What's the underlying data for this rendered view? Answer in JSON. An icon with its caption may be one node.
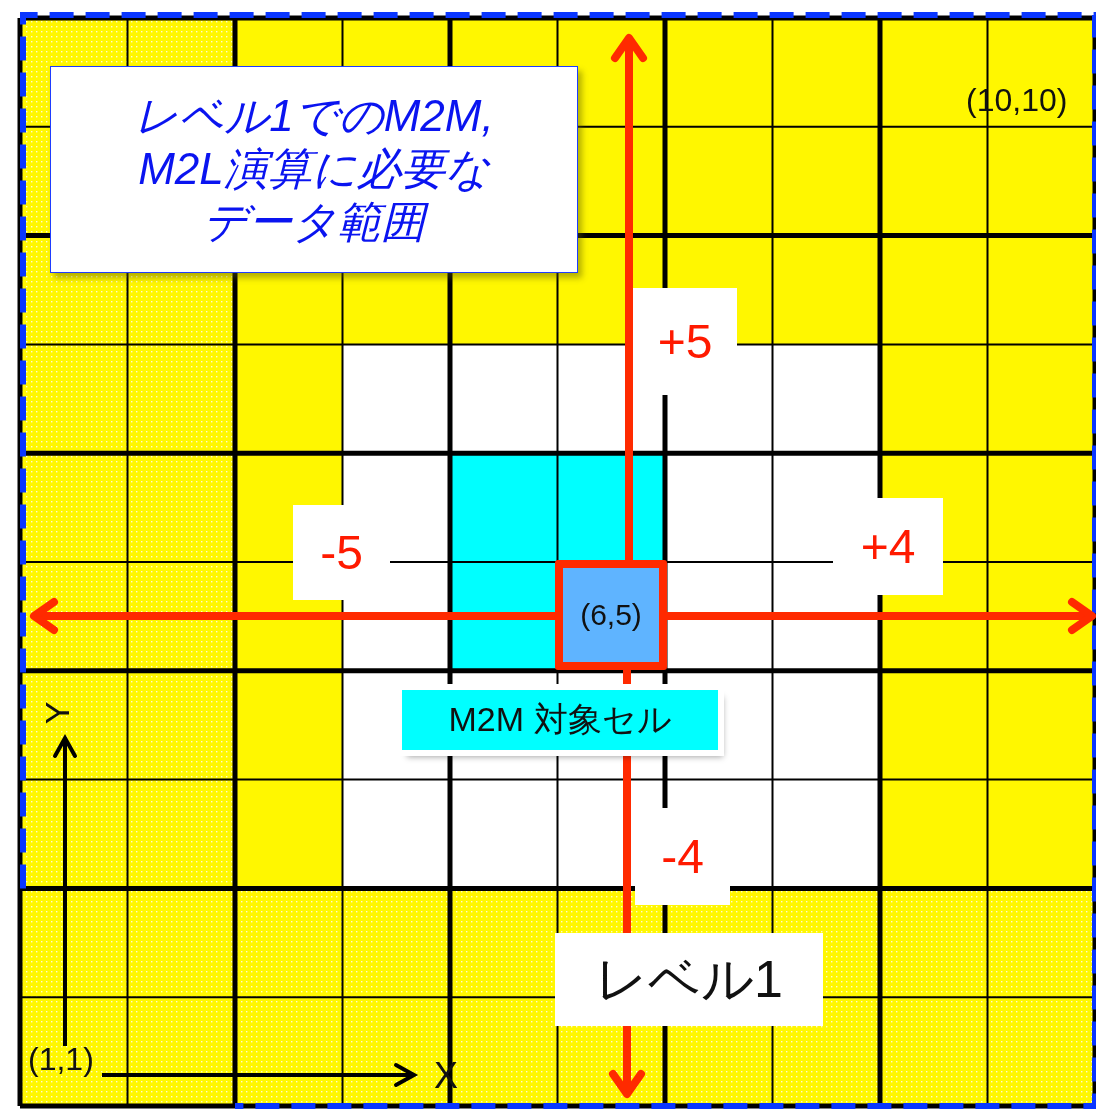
{
  "diagram": {
    "nodes": [
      {
        "text": [
          "レベル1でのM2M, M2L演算に必要なデータ範囲"
        ]
      },
      {
        "text": [
          "(6,5)"
        ]
      },
      {
        "text": [
          "M2M 対象セル"
        ]
      },
      {
        "text": [
          "レベル1"
        ]
      }
    ],
    "edges": [
      {
        "from": 1,
        "to": null,
        "arrow": "to",
        "label": "+5"
      },
      {
        "from": 1,
        "to": null,
        "arrow": "to",
        "label": "-5"
      },
      {
        "from": 1,
        "to": null,
        "arrow": "to",
        "label": "+4"
      },
      {
        "from": 1,
        "to": null,
        "arrow": "to",
        "label": "-4"
      }
    ],
    "labels": [
      "(10,10)",
      "Y",
      "(1,1)",
      "X"
    ]
  }
}
